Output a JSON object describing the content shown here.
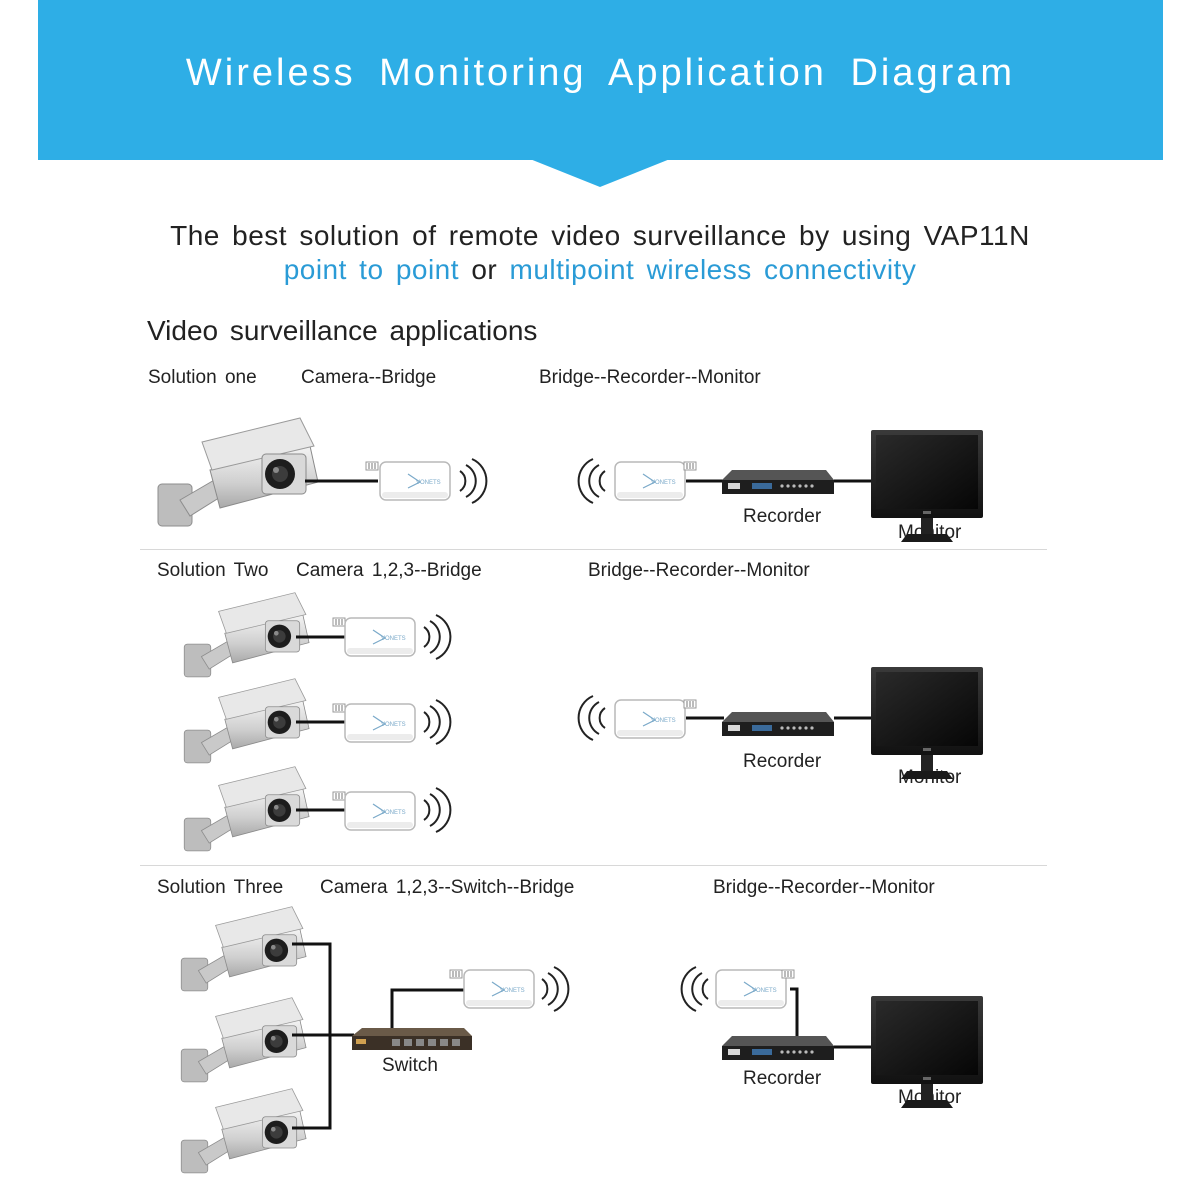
{
  "banner": {
    "title": "Wireless Monitoring Application Diagram"
  },
  "headline": {
    "line1": "The best solution of remote video surveillance by using VAP11N",
    "line2_part1": "point to point",
    "line2_or": "or",
    "line2_part2": "multipoint wireless connectivity"
  },
  "section": {
    "title": "Video surveillance applications"
  },
  "colors": {
    "banner": "#2eaee6",
    "accent_text": "#2a9bd6"
  },
  "solutions": [
    {
      "name": "Solution one",
      "left_path": "Camera--Bridge",
      "right_path": "Bridge--Recorder--Monitor",
      "recorder_label": "Recorder",
      "monitor_label": "Monitor"
    },
    {
      "name": "Solution Two",
      "left_path": "Camera 1,2,3--Bridge",
      "right_path": "Bridge--Recorder--Monitor",
      "recorder_label": "Recorder",
      "monitor_label": "Monitor"
    },
    {
      "name": "Solution Three",
      "left_path": "Camera 1,2,3--Switch--Bridge",
      "right_path": "Bridge--Recorder--Monitor",
      "switch_label": "Switch",
      "recorder_label": "Recorder",
      "monitor_label": "Monitor"
    }
  ]
}
